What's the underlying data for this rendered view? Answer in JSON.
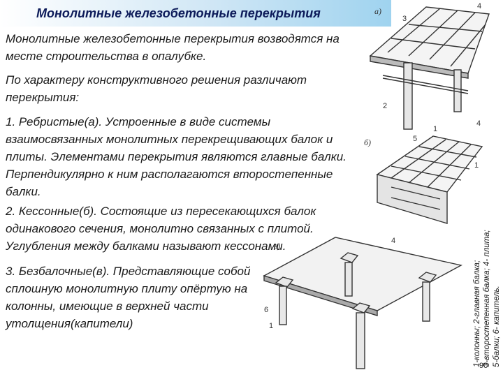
{
  "slide": {
    "title": "Монолитные железобетонные перекрытия",
    "paragraphs": [
      "Монолитные железобетонные перекрытия возводятся на месте строительства в опалубке.",
      "По характеру конструктивного решения различают перекрытия:"
    ],
    "items": [
      "1. Ребристые(а). Устроенные в виде системы взаимосвязанных монолитных перекрещивающих балок и плиты. Элементами перекрытия являются главные балки. Перпендикулярно к ним располагаются второстепенные балки.",
      "2. Кессонные(б). Состоящие из пересекающихся балок одинакового сечения, монолитно связанных  с плитой. Углубления между балками называют кессонами.",
      "3. Безбалочные(в). Представляющие собой сплошную монолитную плиту опёртую на колонны, имеющие в верхней части утолщения(капители)"
    ],
    "caption": "1-колонны; 2-главная балка; 3-второстепенная балка; 4- плита; 5-балки; 6- капитель.",
    "page_number": "90"
  },
  "figure": {
    "panel_labels": [
      "а)",
      "б)",
      "в)"
    ],
    "callouts_a": [
      "3",
      "4",
      "2",
      "1"
    ],
    "callouts_b": [
      "5",
      "4",
      "1"
    ],
    "callouts_c": [
      "4",
      "6",
      "1"
    ]
  }
}
